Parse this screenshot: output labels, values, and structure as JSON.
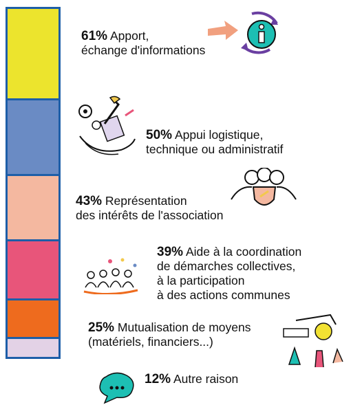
{
  "chart_data": {
    "type": "bar",
    "orientation": "stacked-vertical",
    "items": [
      {
        "value": 61,
        "pct_label": "61%",
        "line1": "Apport,",
        "line2": "échange d'informations",
        "line3": "",
        "line4": "",
        "color": "#ece42d"
      },
      {
        "value": 50,
        "pct_label": "50%",
        "line1": "Appui logistique,",
        "line2": "technique ou administratif",
        "line3": "",
        "line4": "",
        "color": "#6a8bc4"
      },
      {
        "value": 43,
        "pct_label": "43%",
        "line1": "Représentation",
        "line2": "des intérêts de l'association",
        "line3": "",
        "line4": "",
        "color": "#f4b8a0"
      },
      {
        "value": 39,
        "pct_label": "39%",
        "line1": "Aide à la coordination",
        "line2": "de démarches collectives,",
        "line3": "à la participation",
        "line4": "à des actions communes",
        "color": "#e8557a"
      },
      {
        "value": 25,
        "pct_label": "25%",
        "line1": "Mutualisation de moyens",
        "line2": "(matériels, financiers...)",
        "line3": "",
        "line4": "",
        "color": "#ee6b1e"
      },
      {
        "value": 12,
        "pct_label": "12%",
        "line1": "Autre raison",
        "line2": "",
        "line3": "",
        "line4": "",
        "color": "#e3d2e6"
      }
    ]
  },
  "bar_frame_color": "#1d5ea8",
  "icons": [
    "info-cycle-icon",
    "tools-hands-icon",
    "people-shield-icon",
    "crowd-celebration-icon",
    "shared-resources-icon",
    "speech-bubble-icon"
  ]
}
